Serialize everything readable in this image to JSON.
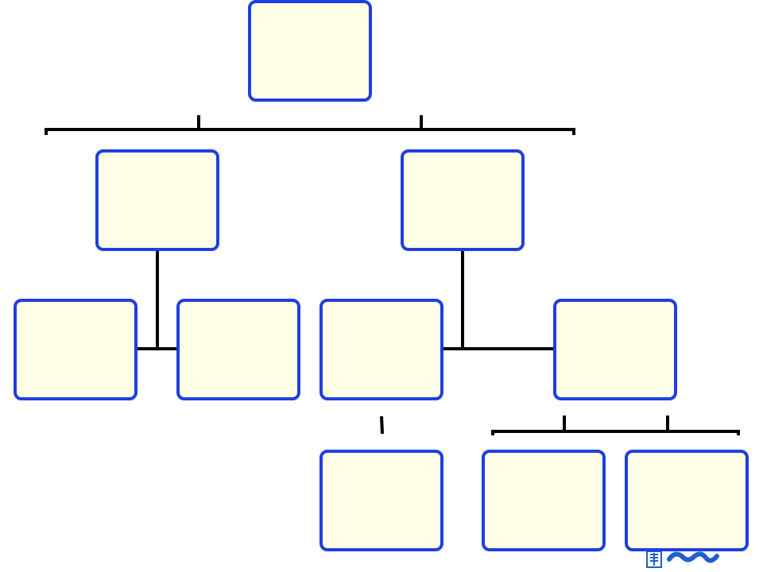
{
  "diagram": {
    "type": "org-chart",
    "colors": {
      "box_border": "#1f3fe0",
      "box_fill": "#ffffe8",
      "connector": "#000000",
      "logo": "#1f5fd0"
    },
    "nodes": [
      {
        "id": "root",
        "label": ""
      },
      {
        "id": "left-branch",
        "label": ""
      },
      {
        "id": "right-branch",
        "label": ""
      },
      {
        "id": "left-child-1",
        "label": ""
      },
      {
        "id": "left-child-2",
        "label": ""
      },
      {
        "id": "right-child-1",
        "label": ""
      },
      {
        "id": "right-child-2",
        "label": ""
      },
      {
        "id": "right-child-1-sub",
        "label": ""
      },
      {
        "id": "right-child-2-sub-1",
        "label": ""
      },
      {
        "id": "right-child-2-sub-2",
        "label": ""
      }
    ],
    "edges": [
      [
        "root",
        "left-branch"
      ],
      [
        "root",
        "right-branch"
      ],
      [
        "left-branch",
        "left-child-1"
      ],
      [
        "left-branch",
        "left-child-2"
      ],
      [
        "right-branch",
        "right-child-1"
      ],
      [
        "right-branch",
        "right-child-2"
      ],
      [
        "right-child-1",
        "right-child-1-sub"
      ],
      [
        "right-child-2",
        "right-child-2-sub-1"
      ],
      [
        "right-child-2",
        "right-child-2-sub-2"
      ]
    ],
    "logo_icon": "publisher-logo-icon"
  }
}
